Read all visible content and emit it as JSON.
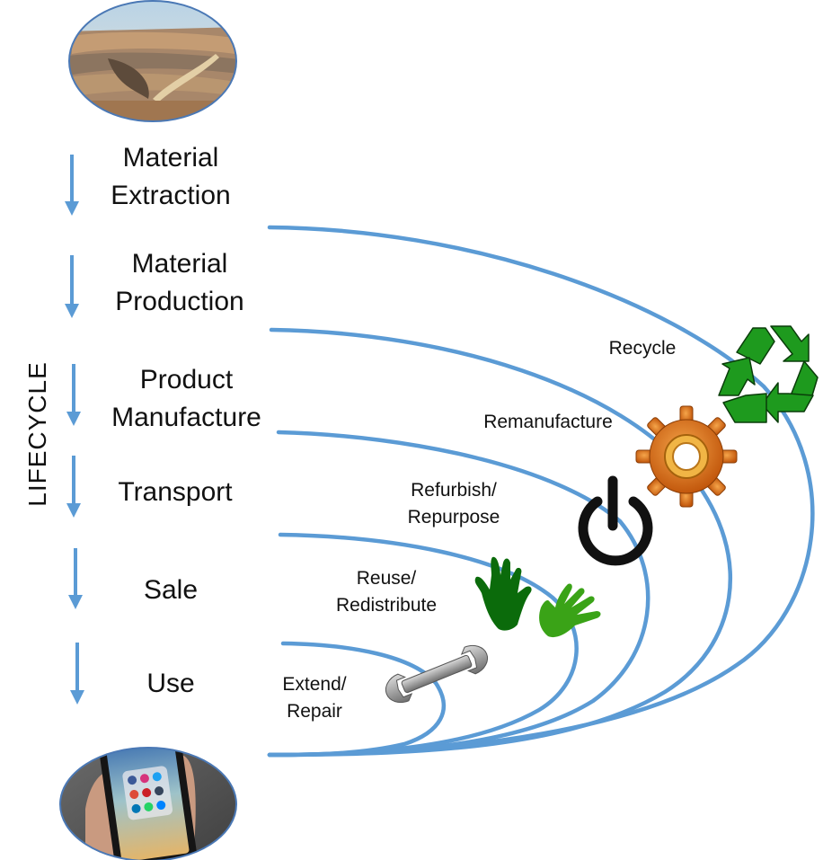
{
  "diagram": {
    "axis_label": "LIFECYCLE",
    "colors": {
      "flow_line": "#5b9bd5",
      "recycle_green": "#1e9a1e",
      "gear_orange": "#e07a1a",
      "power_black": "#111111",
      "hand_dark": "#0b6b0b",
      "hand_light": "#3aa317",
      "wrench_gray": "#9a9a9a"
    },
    "stages": [
      {
        "id": "material-extraction",
        "label_lines": [
          "Material",
          "Extraction"
        ]
      },
      {
        "id": "material-production",
        "label_lines": [
          "Material",
          "Production"
        ]
      },
      {
        "id": "product-manufacture",
        "label_lines": [
          "Product",
          "Manufacture"
        ]
      },
      {
        "id": "transport",
        "label_lines": [
          "Transport"
        ]
      },
      {
        "id": "sale",
        "label_lines": [
          "Sale"
        ]
      },
      {
        "id": "use",
        "label_lines": [
          "Use"
        ]
      }
    ],
    "loops": [
      {
        "id": "recycle",
        "label_lines": [
          "Recycle"
        ],
        "from": "Material Extraction",
        "icon": "recycle-icon"
      },
      {
        "id": "remanufacture",
        "label_lines": [
          "Remanufacture"
        ],
        "from": "Material Production",
        "icon": "gear-icon"
      },
      {
        "id": "refurbish",
        "label_lines": [
          "Refurbish/",
          "Repurpose"
        ],
        "from": "Product Manufacture",
        "icon": "power-icon"
      },
      {
        "id": "reuse",
        "label_lines": [
          "Reuse/",
          "Redistribute"
        ],
        "from": "Transport",
        "icon": "hands-icon"
      },
      {
        "id": "repair",
        "label_lines": [
          "Extend/",
          "Repair"
        ],
        "from": "Sale",
        "icon": "wrench-icon"
      }
    ],
    "images": {
      "top": "open-pit-mine-photo",
      "bottom": "smartphone-in-hand-photo"
    }
  }
}
